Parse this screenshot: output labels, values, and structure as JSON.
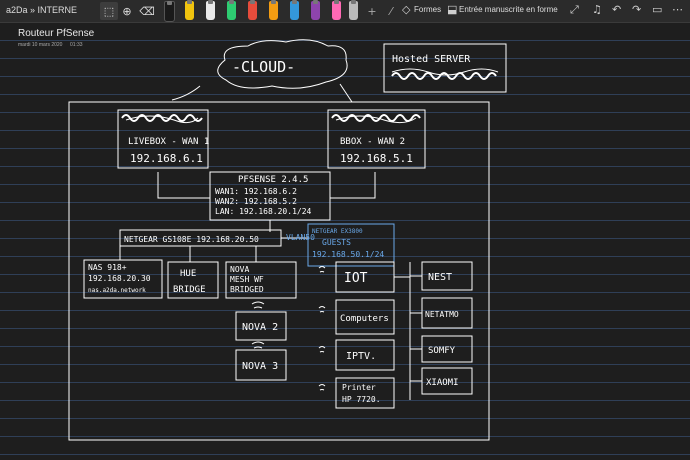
{
  "toolbar": {
    "breadcrumb": "a2Da » INTERNE",
    "formes_label": "Formes",
    "handwriting_label": "Entrée manuscrite en forme"
  },
  "page": {
    "title": "Routeur PfSense",
    "date": "mardi 10 mars 2020",
    "time": "01:33"
  },
  "diagram": {
    "cloud": "-CLOUD-",
    "hosted": "Hosted SERVER",
    "livebox": [
      "LIVEBOX - WAN 1",
      "192.168.6.1"
    ],
    "bbox": [
      "BBOX - WAN 2",
      "192.168.5.1"
    ],
    "pfsense": [
      "PFSENSE 2.4.5",
      "WAN1: 192.168.6.2",
      "WAN2: 192.168.5.2",
      "LAN: 192.168.20.1/24"
    ],
    "netgear": "NETGEAR GS108E 192.168.20.50",
    "vlan": "VLAN50",
    "guests": [
      "NETGEAR EX3800",
      "GUESTS",
      "192.168.50.1/24"
    ],
    "nas": [
      "NAS 918+",
      "192.168.20.30",
      "nas.a2da.network"
    ],
    "hue": [
      "HUE",
      "BRIDGE"
    ],
    "nova_mesh": [
      "NOVA",
      "MESH WF",
      "BRIDGED"
    ],
    "nova2": "NOVA 2",
    "nova3": "NOVA 3",
    "iot": "IOT",
    "computers": "Computers",
    "iptv": "IPTV.",
    "printer": [
      "Printer",
      "HP 7720."
    ],
    "nest": "NEST",
    "netatmo": "NETATMO",
    "somfy": "SOMFY",
    "xiaomi": "XIAOMI"
  }
}
